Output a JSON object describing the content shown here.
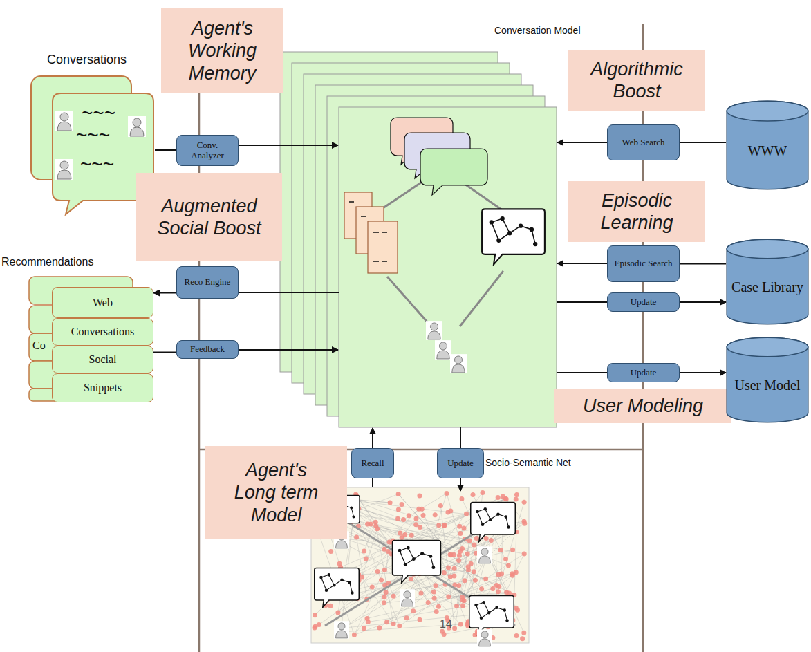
{
  "diagram": {
    "nodes": [
      {
        "text": [
          "Agent's Working Memory"
        ]
      },
      {
        "text": [
          "Algorithmic Boost"
        ]
      },
      {
        "text": [
          "Augmented Social Boost"
        ]
      },
      {
        "text": [
          "Episodic Learning"
        ]
      },
      {
        "text": [
          "User Modeling"
        ]
      },
      {
        "text": [
          "Agent's Long term Model"
        ]
      },
      {
        "text": [
          "Conv. Analyzer"
        ]
      },
      {
        "text": [
          "Web Search"
        ]
      },
      {
        "text": [
          "Reco Engine"
        ]
      },
      {
        "text": [
          "Feedback"
        ]
      },
      {
        "text": [
          "Episodic Search"
        ]
      },
      {
        "text": [
          "Update"
        ]
      },
      {
        "text": [
          "Update"
        ]
      },
      {
        "text": [
          "Recall"
        ]
      },
      {
        "text": [
          "Update"
        ]
      },
      {
        "text": [
          "WWW"
        ]
      },
      {
        "text": [
          "Case Library"
        ]
      },
      {
        "text": [
          "User Model"
        ]
      },
      {
        "text": [
          "Web"
        ]
      },
      {
        "text": [
          "Conversations"
        ]
      },
      {
        "text": [
          "Social"
        ]
      },
      {
        "text": [
          "Snippets"
        ]
      }
    ],
    "edges": [
      {
        "from": 15,
        "to": 7,
        "arrow": "none"
      },
      {
        "from": 16,
        "to": 10,
        "arrow": "none"
      },
      {
        "from": 11,
        "to": 16,
        "arrow": "to"
      },
      {
        "from": 12,
        "to": 17,
        "arrow": "to"
      },
      {
        "from": 8,
        "to": 18,
        "arrow": "to"
      },
      {
        "from": 20,
        "to": 9,
        "arrow": "none"
      }
    ],
    "labels": [
      "Conversations",
      "~~~",
      "~~~",
      "~~~",
      "Recommendations",
      "Co",
      "Conversation Model",
      "Socio-Semantic Net",
      "14"
    ]
  }
}
